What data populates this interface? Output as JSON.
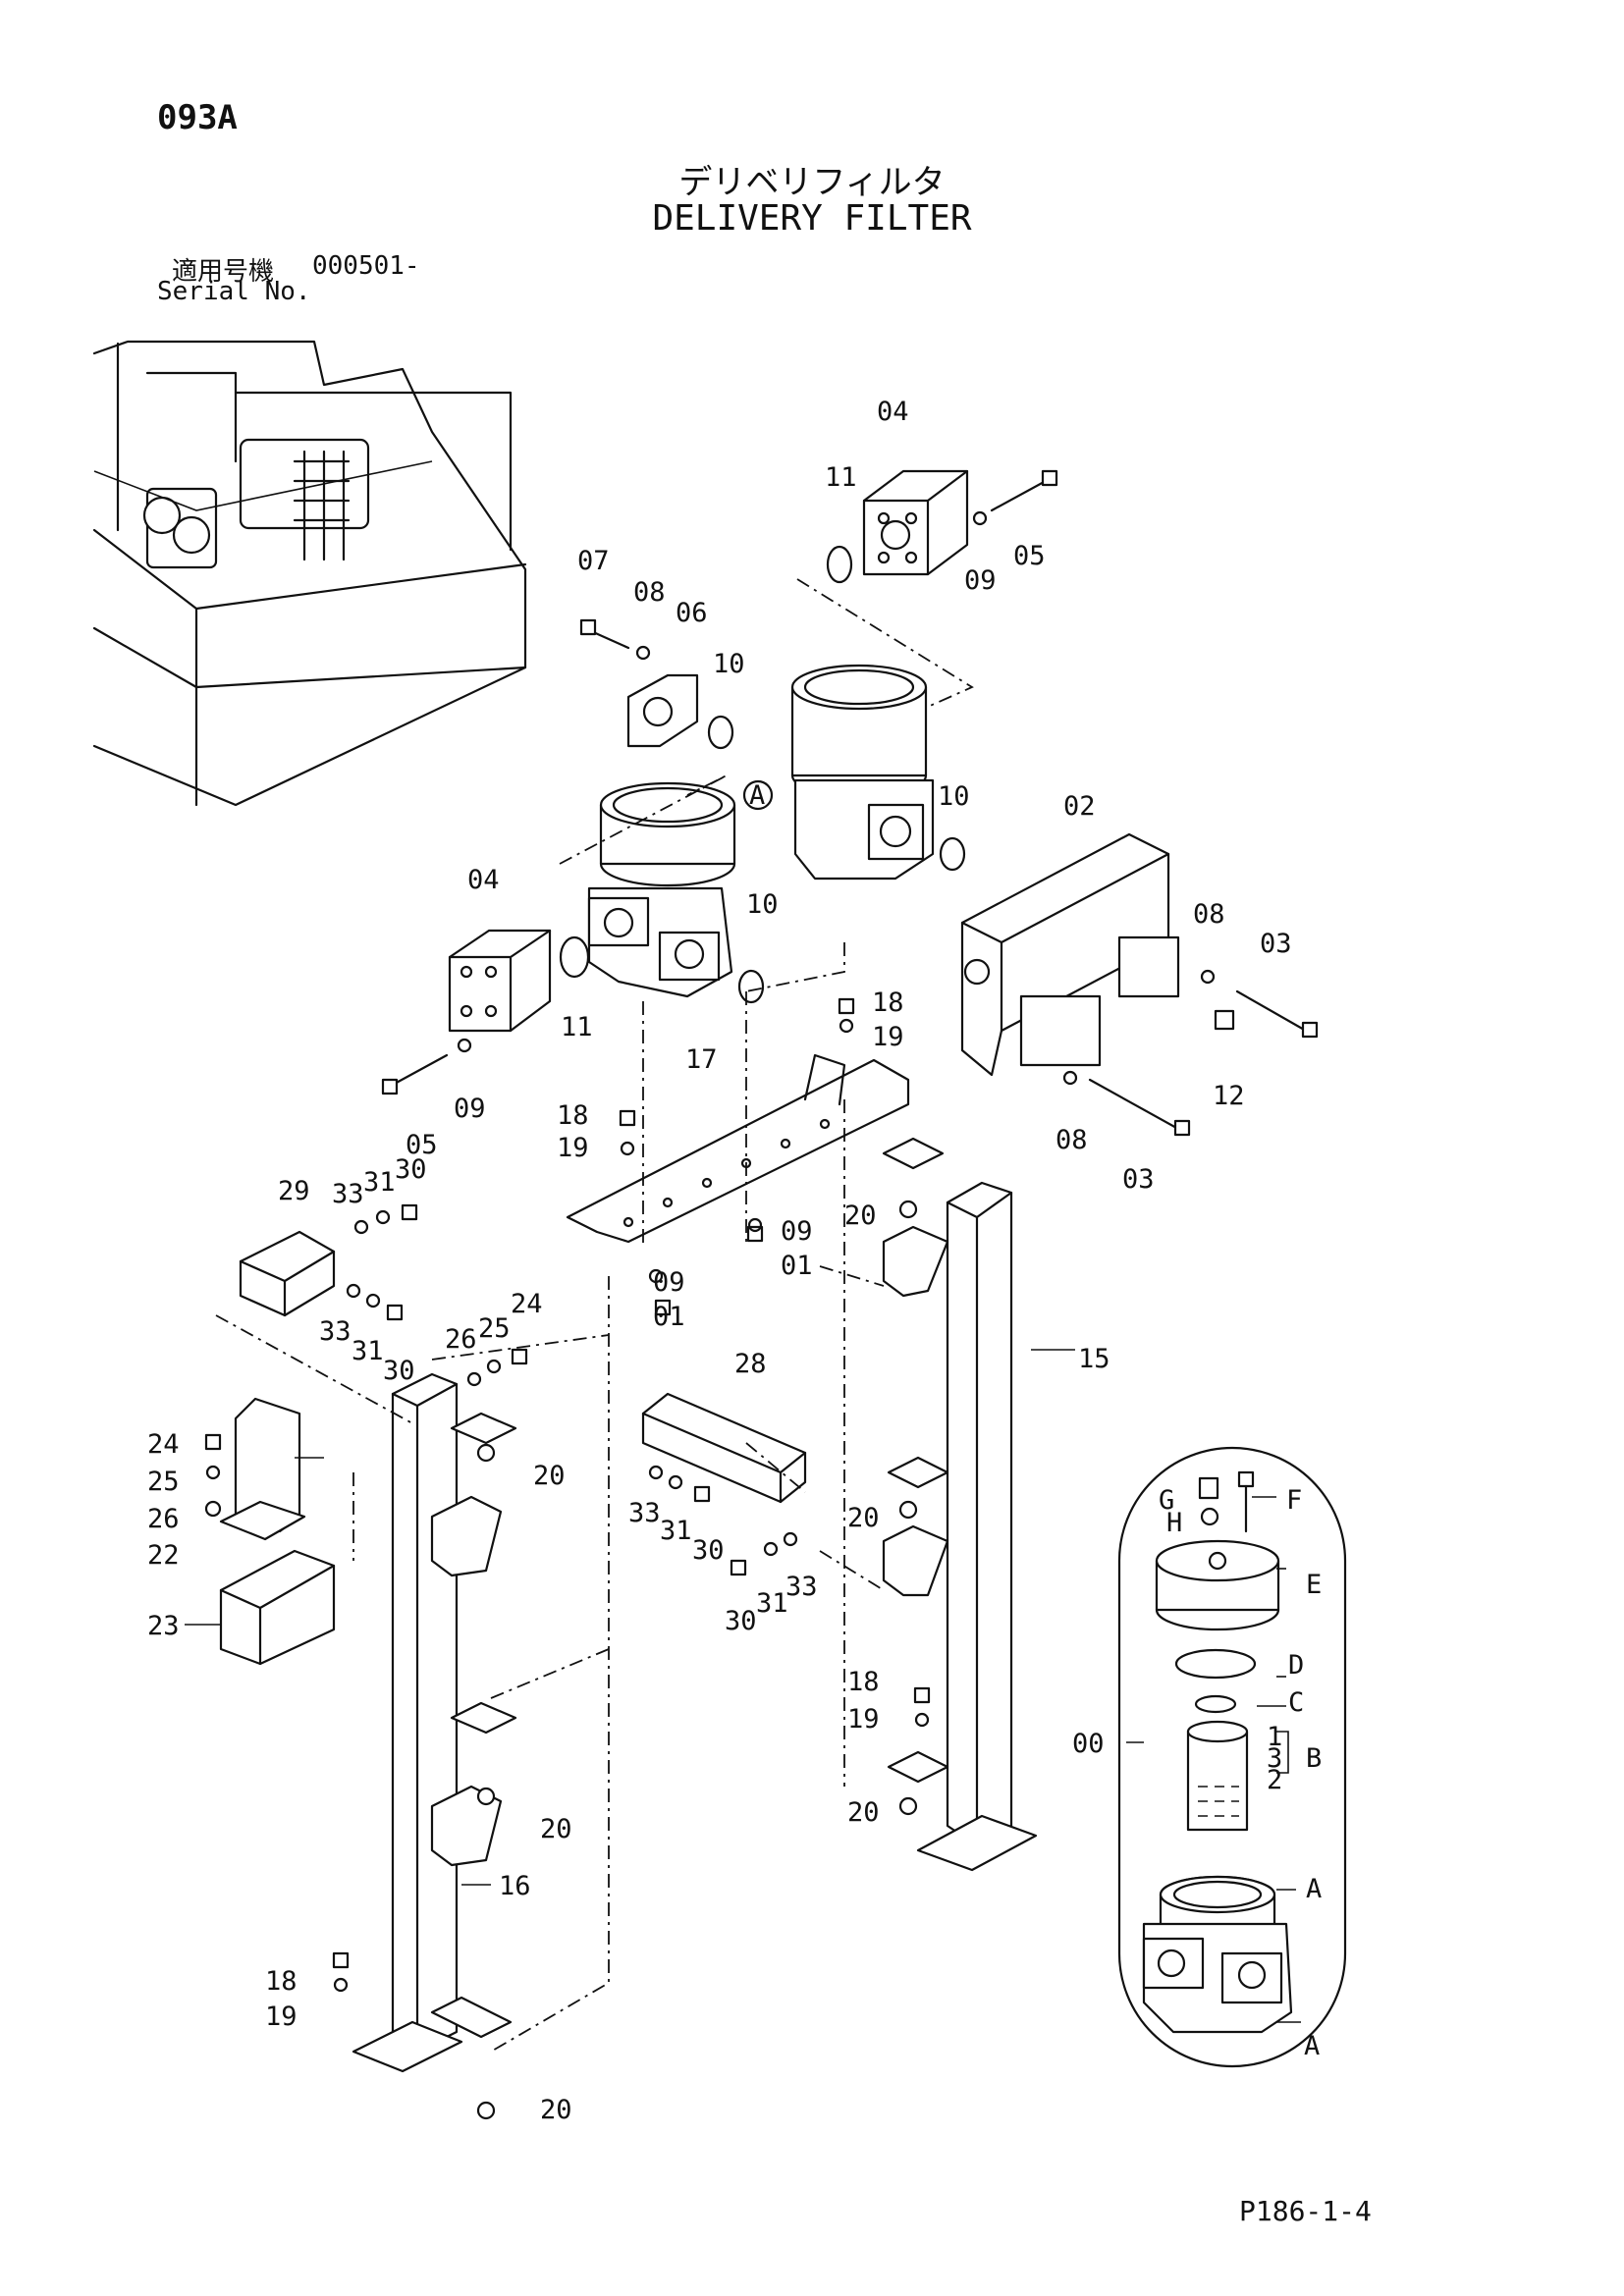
{
  "header": {
    "page_code": "093A",
    "title_jp": "デリベリフィルタ",
    "title_en": "DELIVERY FILTER",
    "serial_label_jp": "適用号機",
    "serial_value": "000501-",
    "serial_label_en": "Serial No."
  },
  "footer": {
    "page_ref": "P186-1-4"
  },
  "callouts": {
    "c00": "00",
    "c01a": "01",
    "c01b": "01",
    "c02": "02",
    "c03a": "03",
    "c03b": "03",
    "c04a": "04",
    "c04b": "04",
    "c05a": "05",
    "c05b": "05",
    "c06": "06",
    "c07": "07",
    "c08a": "08",
    "c08b": "08",
    "c08c": "08",
    "c09a": "09",
    "c09b": "09",
    "c09c": "09",
    "c09d": "09",
    "c10a": "10",
    "c10b": "10",
    "c10c": "10",
    "c11a": "11",
    "c11b": "11",
    "c12": "12",
    "c15": "15",
    "c16": "16",
    "c17": "17",
    "c18a": "18",
    "c18b": "18",
    "c18c": "18",
    "c18d": "18",
    "c19a": "19",
    "c19b": "19",
    "c19c": "19",
    "c19d": "19",
    "c20a": "20",
    "c20b": "20",
    "c20c": "20",
    "c20d": "20",
    "c20e": "20",
    "c20f": "20",
    "c22": "22",
    "c23": "23",
    "c24a": "24",
    "c24b": "24",
    "c25a": "25",
    "c25b": "25",
    "c26a": "26",
    "c26b": "26",
    "c28": "28",
    "c29": "29",
    "c30a": "30",
    "c30b": "30",
    "c30c": "30",
    "c30d": "30",
    "c31a": "31",
    "c31b": "31",
    "c31c": "31",
    "c31d": "31",
    "c33a": "33",
    "c33b": "33",
    "c33c": "33",
    "c33d": "33",
    "cA1": "A",
    "cA2": "A",
    "cA3": "A",
    "cB": "B",
    "cC": "C",
    "cD": "D",
    "cE": "E",
    "cF": "F",
    "cG": "G",
    "cH": "H",
    "c1": "1",
    "c2": "2",
    "c3": "3"
  }
}
